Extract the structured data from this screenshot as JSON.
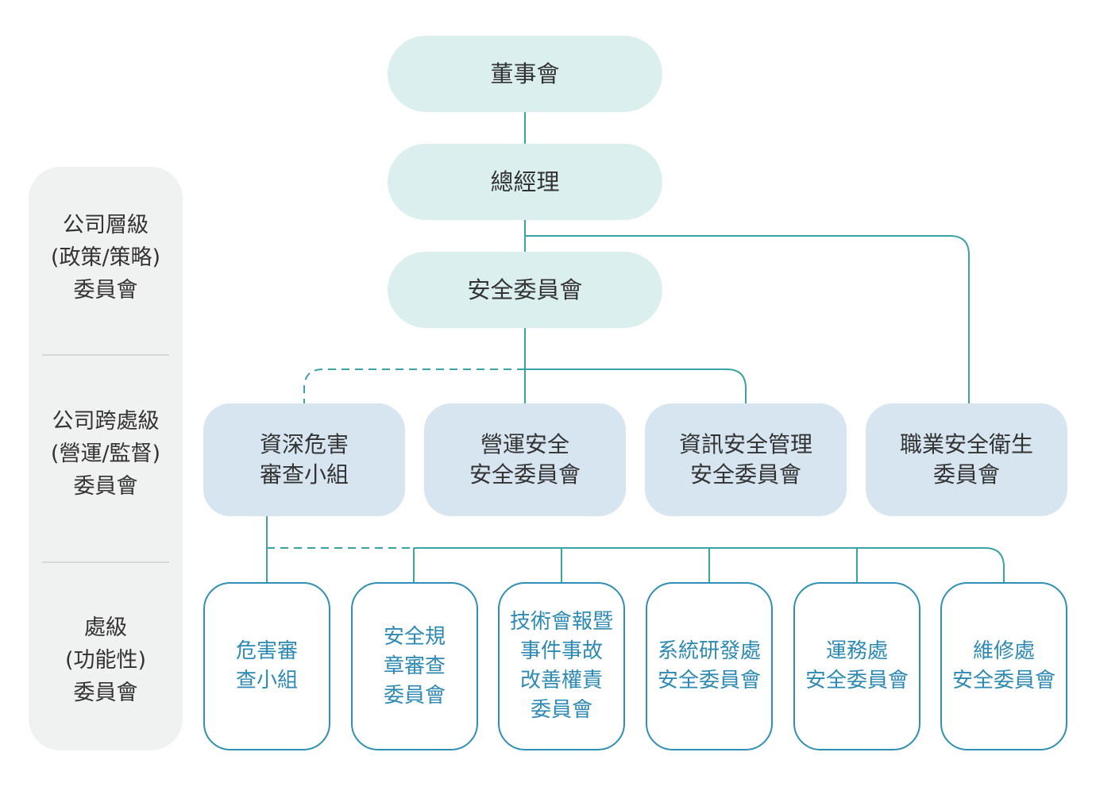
{
  "levels": [
    {
      "lines": [
        "公司層級",
        "(政策/策略)",
        "委員會"
      ]
    },
    {
      "lines": [
        "公司跨處級",
        "(營運/監督)",
        "委員會"
      ]
    },
    {
      "lines": [
        "處級",
        "(功能性)",
        "委員會"
      ]
    }
  ],
  "top_nodes": {
    "board": "董事會",
    "gm": "總經理",
    "safety_committee": "安全委員會"
  },
  "mid_nodes": [
    {
      "lines": [
        "資深危害",
        "審查小組"
      ]
    },
    {
      "lines": [
        "營運安全",
        "安全委員會"
      ]
    },
    {
      "lines": [
        "資訊安全管理",
        "安全委員會"
      ]
    },
    {
      "lines": [
        "職業安全衛生",
        "委員會"
      ]
    }
  ],
  "bottom_nodes": [
    {
      "lines": [
        "危害審",
        "查小組"
      ]
    },
    {
      "lines": [
        "安全規",
        "章審查",
        "委員會"
      ]
    },
    {
      "lines": [
        "技術會報暨",
        "事件事故",
        "改善權責",
        "委員會"
      ]
    },
    {
      "lines": [
        "系統研發處",
        "安全委員會"
      ]
    },
    {
      "lines": [
        "運務處",
        "安全委員會"
      ]
    },
    {
      "lines": [
        "維修處",
        "安全委員會"
      ]
    }
  ],
  "colors": {
    "connector": "#3aa3a3",
    "top_fill": "#dbefef",
    "mid_fill": "#d6e5f0",
    "bottom_border": "#2f8fb5",
    "bottom_text": "#2d8ab3",
    "sidebar_fill": "#f0f1f1"
  }
}
